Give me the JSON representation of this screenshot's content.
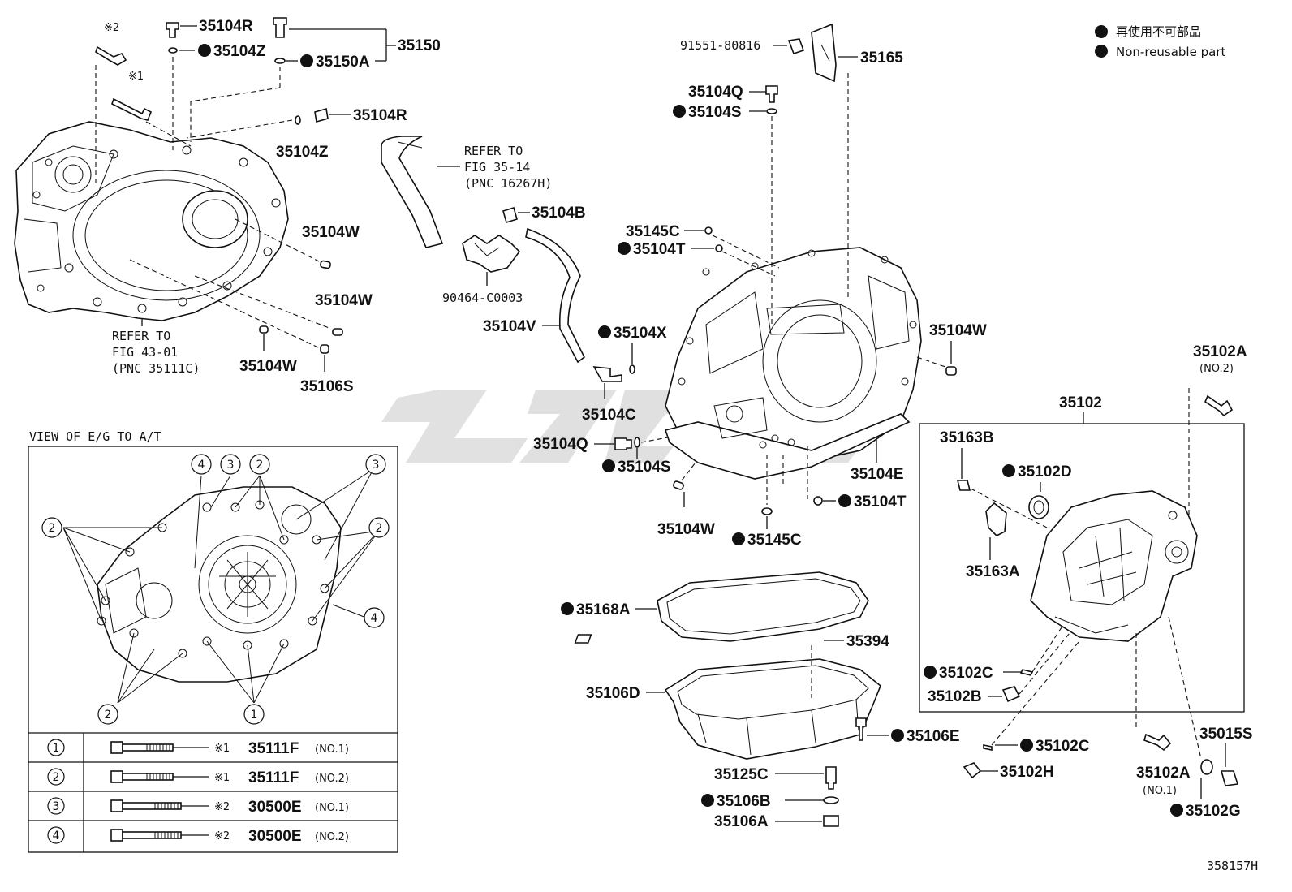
{
  "legend": {
    "line1": "再使用不可部品",
    "line2": "Non-reusable part"
  },
  "drawing_code": "358157H",
  "view_title": "VIEW OF E/G TO A/T",
  "marks": {
    "m1": "※1",
    "m2": "※2"
  },
  "refs": {
    "fig35_1": "REFER TO",
    "fig35_2": "FIG 35-14",
    "fig35_3": "(PNC 16267H)",
    "fig43_1": "REFER TO",
    "fig43_2": "FIG 43-01",
    "fig43_3": "(PNC 35111C)"
  },
  "labels": {
    "p35104R_a": "35104R",
    "p35104Z_a": "35104Z",
    "p35150": "35150",
    "p35150A": "35150A",
    "p35104R_b": "35104R",
    "p35104Z_b": "35104Z",
    "p35104W_1": "35104W",
    "p35104W_2": "35104W",
    "p35104W_3": "35104W",
    "p35106S": "35106S",
    "p35104B": "35104B",
    "p90464": "90464-C0003",
    "p35104V": "35104V",
    "p35104X": "35104X",
    "p35104C": "35104C",
    "p35104Q_a": "35104Q",
    "p35104S_a": "35104S",
    "p35104W_4": "35104W",
    "p91551": "91551-80816",
    "p35165": "35165",
    "p35104Q_b": "35104Q",
    "p35104S_b": "35104S",
    "p35145C_a": "35145C",
    "p35104T_a": "35104T",
    "p35104W_5": "35104W",
    "p35104E": "35104E",
    "p35104T_b": "35104T",
    "p35145C_b": "35145C",
    "p35168A": "35168A",
    "p35394": "35394",
    "p35106D": "35106D",
    "p35106E": "35106E",
    "p35125C": "35125C",
    "p35106B": "35106B",
    "p35106A": "35106A",
    "p35102": "35102",
    "p35102A_a": "35102A",
    "p35102A_a_no": "(NO.2)",
    "p35163B": "35163B",
    "p35102D": "35102D",
    "p35163A": "35163A",
    "p35102C_a": "35102C",
    "p35102B": "35102B",
    "p35102C_b": "35102C",
    "p35102H": "35102H",
    "p35102A_b": "35102A",
    "p35102A_b_no": "(NO.1)",
    "p35015S": "35015S",
    "p35102G": "35102G"
  },
  "callouts": [
    "1",
    "2",
    "3",
    "4"
  ],
  "bolt_table": [
    {
      "num": "1",
      "mark": "※1",
      "part": "35111F",
      "qual": "(NO.1)"
    },
    {
      "num": "2",
      "mark": "※1",
      "part": "35111F",
      "qual": "(NO.2)"
    },
    {
      "num": "3",
      "mark": "※2",
      "part": "30500E",
      "qual": "(NO.1)"
    },
    {
      "num": "4",
      "mark": "※2",
      "part": "30500E",
      "qual": "(NO.2)"
    }
  ]
}
